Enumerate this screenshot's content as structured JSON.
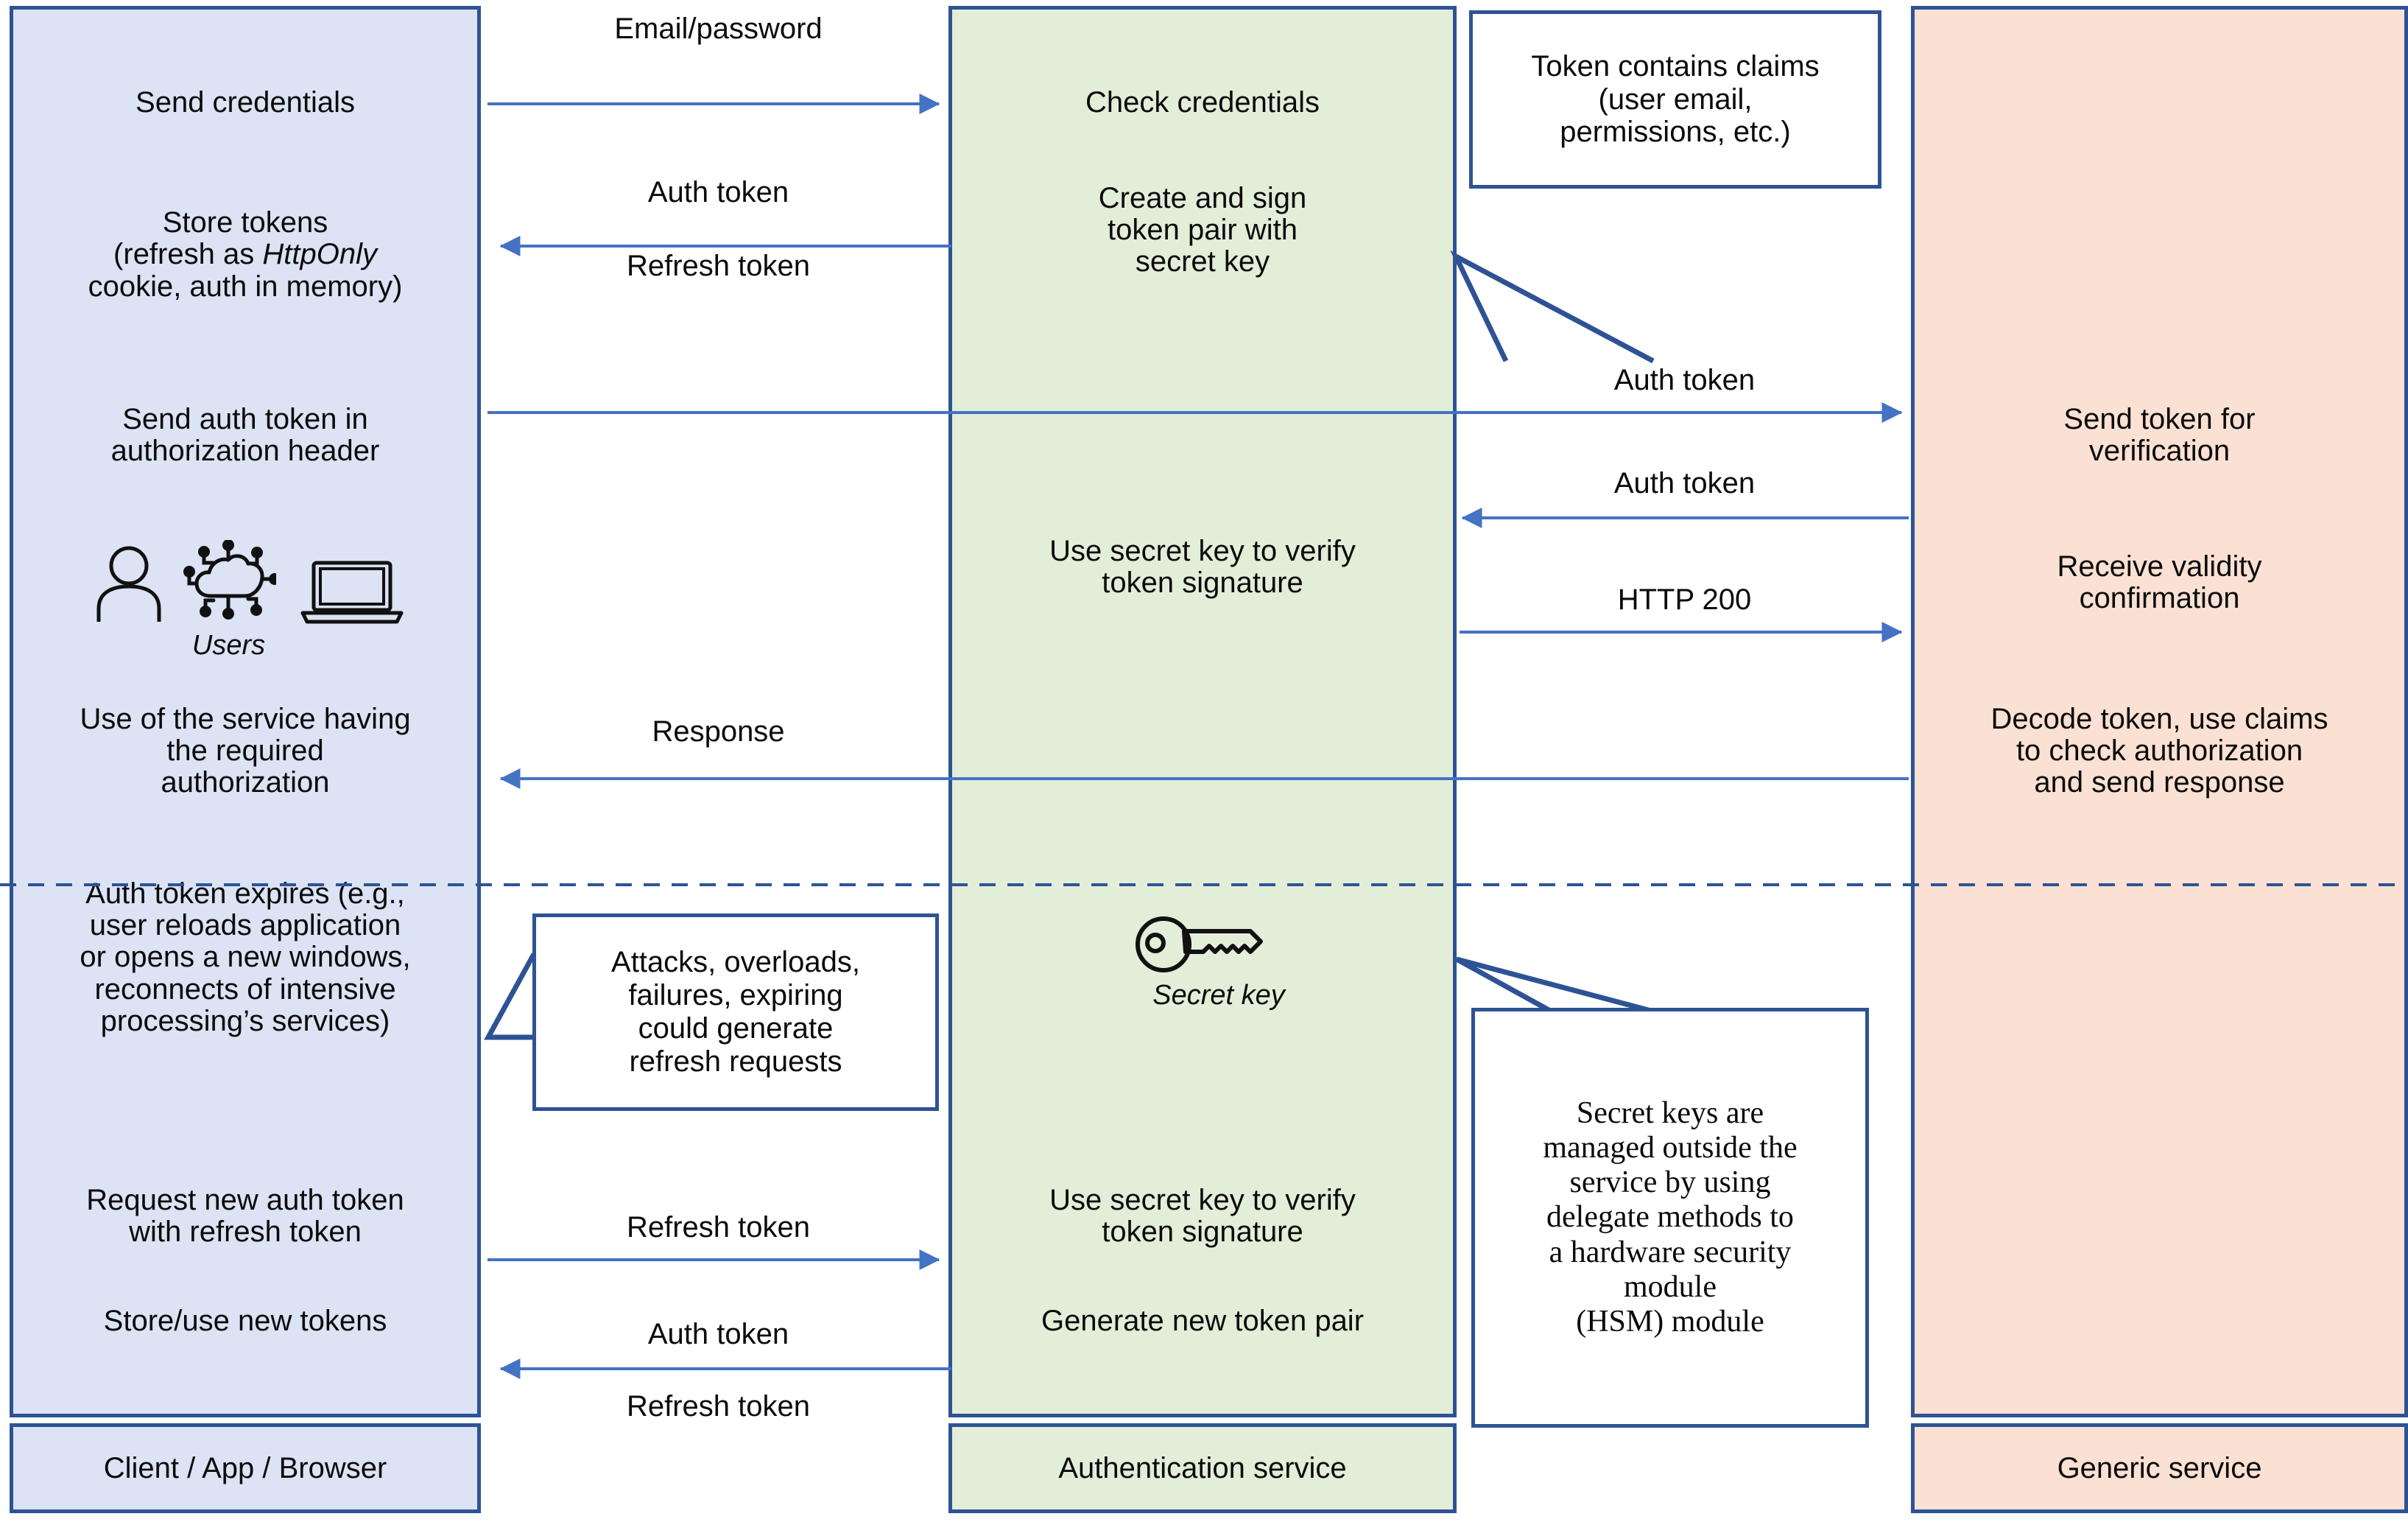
{
  "diagram": {
    "title": "JWT authentication token flow sequence diagram",
    "colors": {
      "client_fill": "#dbe3f4",
      "auth_fill": "#e3eed9",
      "generic_fill": "#fae1d3",
      "border": "#2e5395",
      "arrow": "#4472c4",
      "text": "#0b0b0b"
    }
  },
  "lanes": [
    {
      "id": "client",
      "label": "Client / App / Browser"
    },
    {
      "id": "auth",
      "label": "Authentication service"
    },
    {
      "id": "generic",
      "label": "Generic service"
    }
  ],
  "client_steps": [
    {
      "id": "send-credentials",
      "text": "Send credentials"
    },
    {
      "id": "store-tokens",
      "text": "Store tokens\n(refresh as HttpOnly\ncookie, auth in memory)",
      "italic_word": "HttpOnly"
    },
    {
      "id": "send-auth-token-header",
      "text": "Send auth token in\nauthorization header"
    },
    {
      "id": "use-service",
      "text": "Use of the service having\nthe required\nauthorization"
    },
    {
      "id": "auth-token-expires",
      "text": "Auth token expires (e.g.,\nuser reloads application\nor opens a new windows,\nreconnects of intensive\nprocessing’s services)"
    },
    {
      "id": "request-new-auth-token",
      "text": "Request new auth token\nwith refresh token"
    },
    {
      "id": "store-use-new-tokens",
      "text": "Store/use new tokens"
    }
  ],
  "auth_steps": [
    {
      "id": "check-credentials",
      "text": "Check credentials"
    },
    {
      "id": "create-sign-token-pair",
      "text": "Create and sign\ntoken pair with\nsecret key"
    },
    {
      "id": "verify-token-signature-1",
      "text": "Use secret key to verify\ntoken signature"
    },
    {
      "id": "verify-token-signature-2",
      "text": "Use secret key to verify\ntoken signature"
    },
    {
      "id": "generate-new-token-pair",
      "text": "Generate new token pair"
    }
  ],
  "generic_steps": [
    {
      "id": "send-token-for-verification",
      "text": "Send token for\nverification"
    },
    {
      "id": "receive-validity-confirmation",
      "text": "Receive validity\nconfirmation"
    },
    {
      "id": "decode-token",
      "text": "Decode token, use claims\nto check authorization\nand send response"
    }
  ],
  "messages": [
    {
      "id": "msg-email-password",
      "label": "Email/password",
      "direction": "right",
      "from": "client",
      "to": "auth"
    },
    {
      "id": "msg-auth-token-1",
      "label": "Auth token",
      "direction": "left",
      "from": "auth",
      "to": "client"
    },
    {
      "id": "msg-refresh-token-1",
      "label": "Refresh token",
      "direction": "left",
      "from": "auth",
      "to": "client"
    },
    {
      "id": "msg-auth-token-2",
      "label": "Auth token",
      "direction": "right",
      "from": "client",
      "to": "generic"
    },
    {
      "id": "msg-auth-token-3",
      "label": "Auth token",
      "direction": "left",
      "from": "generic",
      "to": "auth"
    },
    {
      "id": "msg-http-200",
      "label": "HTTP 200",
      "direction": "right",
      "from": "auth",
      "to": "generic"
    },
    {
      "id": "msg-response",
      "label": "Response",
      "direction": "left",
      "from": "generic",
      "to": "client"
    },
    {
      "id": "msg-refresh-token-2",
      "label": "Refresh token",
      "direction": "right",
      "from": "client",
      "to": "auth"
    },
    {
      "id": "msg-auth-token-4",
      "label": "Auth token",
      "direction": "left",
      "from": "auth",
      "to": "client"
    },
    {
      "id": "msg-refresh-token-3",
      "label": "Refresh token",
      "direction": "left",
      "from": "auth",
      "to": "client"
    }
  ],
  "callouts": [
    {
      "id": "callout-token-claims",
      "text": "Token contains claims\n(user email,\npermissions, etc.)"
    },
    {
      "id": "callout-attacks",
      "text": "Attacks, overloads,\nfailures, expiring\ncould generate\nrefresh requests"
    },
    {
      "id": "callout-hsm",
      "text": "Secret keys are\nmanaged outside the\nservice by using\ndelegate methods to\na hardware security\nmodule\n(HSM) module"
    }
  ],
  "icon_captions": [
    {
      "id": "caption-users",
      "text": "Users"
    },
    {
      "id": "caption-secret-key",
      "text": "Secret key"
    }
  ]
}
